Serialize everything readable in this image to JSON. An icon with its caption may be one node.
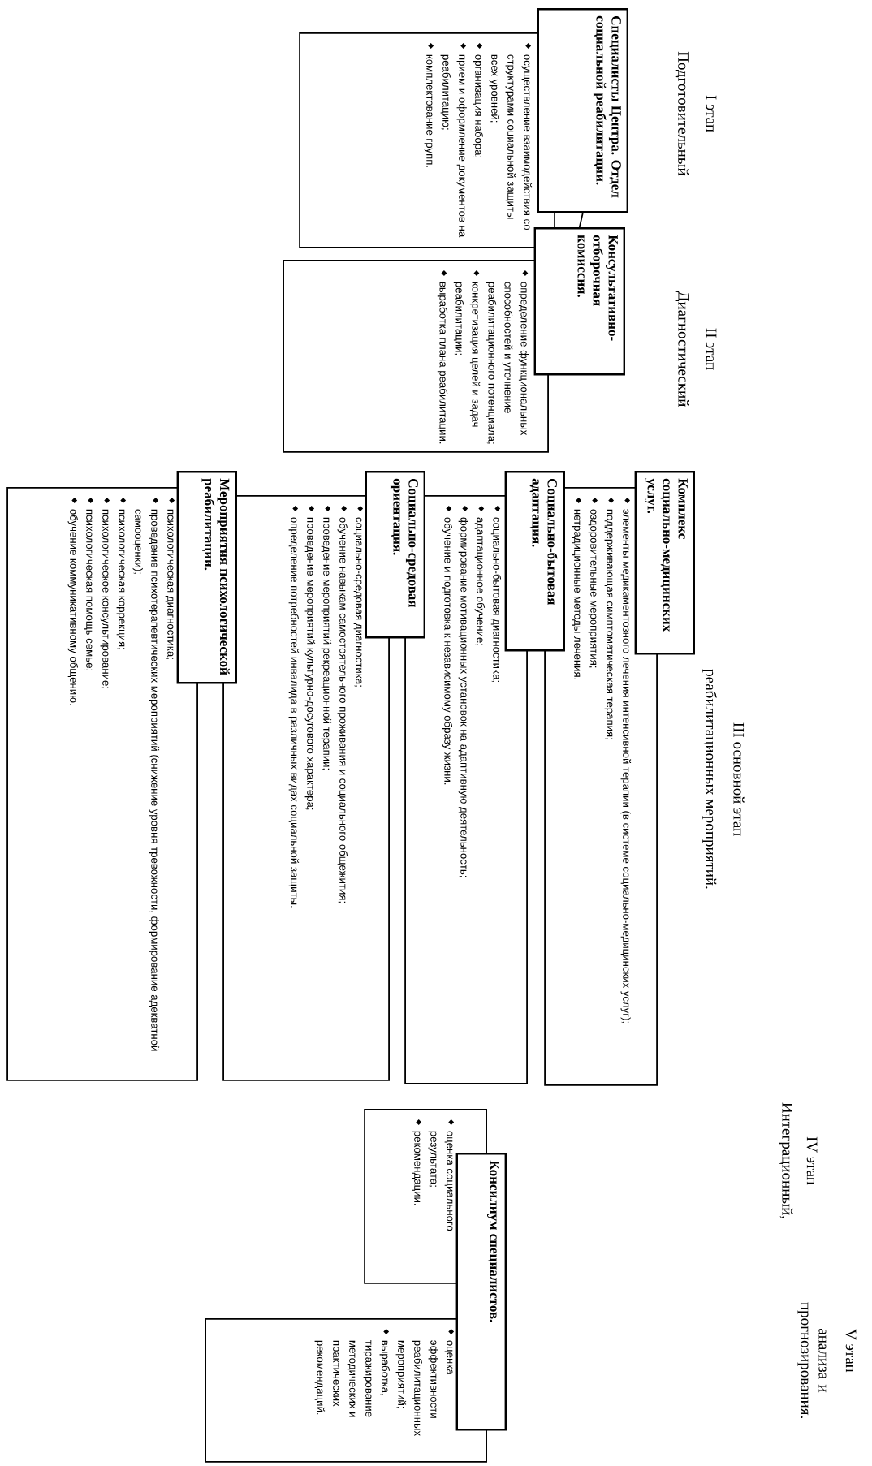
{
  "diagram": {
    "nodes": [
      {
        "text": [
          "Специалисты Центра. Отдел социальной реабилитации."
        ]
      },
      {
        "text": [
          "осуществление взаимодействия со структурами социальной защиты всех уровней;",
          "организация набора;",
          "прием и оформление документов на реабилитацию;",
          "комплектование групп."
        ]
      },
      {
        "text": [
          "Консультативно-отборочная комиссия."
        ]
      },
      {
        "text": [
          "определение функциональных способностей и уточнение реабилитационного потенциала;",
          "конкретизация целей и задач реабилитации;",
          "выработка плана реабилитации."
        ]
      },
      {
        "text": [
          "Комплекс социально-медицинских услуг."
        ]
      },
      {
        "text": [
          "элементы медикаментозного лечения интенсивной терапии (в системе социально-медицинских услуг);",
          "поддерживающая симптоматическая терапия;",
          "оздоровительные мероприятия;",
          "нетрадиционные методы лечения."
        ]
      },
      {
        "text": [
          "Социально-бытовая адаптация."
        ]
      },
      {
        "text": [
          "социально-бытовая диагностика;",
          "адаптационное обучение;",
          "формирование мотивационных установок на адаптивную деятельность;",
          "обучение и подготовка к независимому образу жизни."
        ]
      },
      {
        "text": [
          "Социально-средовая ориентация."
        ]
      },
      {
        "text": [
          "социально-средовая диагностика;",
          "обучение навыкам самостоятельного проживания и социального общежития;",
          "проведение мероприятий рекреационной терапии;",
          "проведение мероприятий культурно-досугового характера;",
          "определение потребностей инвалида в различных видах социальной защиты."
        ]
      },
      {
        "text": [
          "Мероприятия психологической реабилитации."
        ]
      },
      {
        "text": [
          "психологическая диагностика;",
          "проведение психотерапевтических мероприятий (снижение уровня тревожности, формирование адекватной самооценки);",
          "психологическая коррекция;",
          "психологическое консультирование;",
          "психологическая помощь семье;",
          "обучение коммуникативному общению."
        ]
      },
      {
        "text": [
          "Консилиум специалистов."
        ]
      },
      {
        "text": [
          "оценка социального результата;",
          "рекомендации."
        ]
      },
      {
        "text": [
          "оценка эффективности реабилитационных мероприятий;",
          "выработка, тиражирование методических и практических рекомендаций."
        ]
      }
    ],
    "edges": [
      {
        "from": 0,
        "to": 2,
        "arrow": "none"
      }
    ],
    "labels": [
      "I этап",
      "Подготовительный",
      "II этап",
      "Диагностический",
      "III основной этап",
      "реабилитационных мероприятий.",
      "IV этап",
      "Интеграционный,",
      "V этап",
      "анализа и прогнозирования."
    ]
  }
}
